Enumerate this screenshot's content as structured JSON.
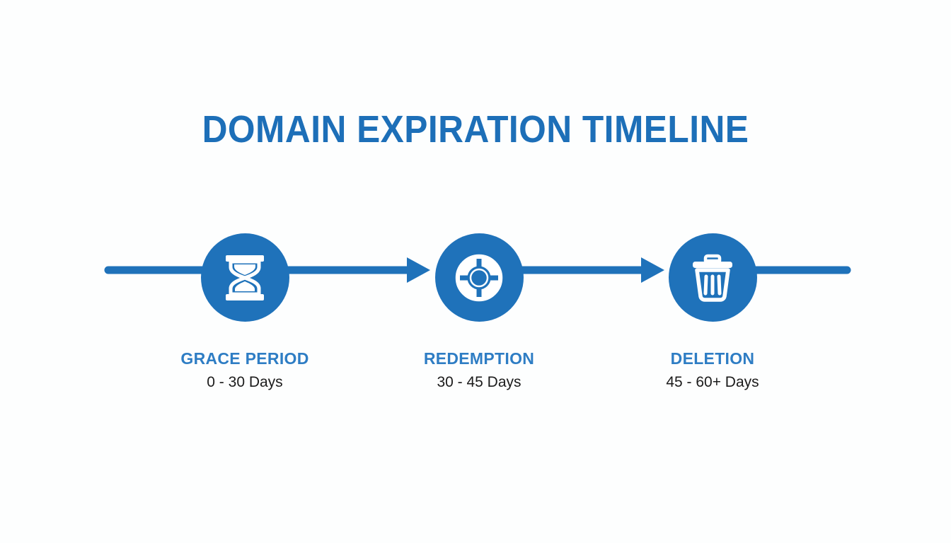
{
  "page": {
    "title": "DOMAIN EXPIRATION TIMELINE",
    "background_color": "#fdfefe",
    "accent_color": "#1f72ba",
    "title_color": "#1d6fb8",
    "label_color": "#2e7dc4",
    "sub_color": "#1b1b1b"
  },
  "timeline": {
    "orientation": "horizontal",
    "rail_color": "#1f72ba",
    "stages": [
      {
        "id": "grace-period",
        "icon": "hourglass-icon",
        "label": "GRACE PERIOD",
        "duration": "0 - 30 Days",
        "range_start_days": 0,
        "range_end_days": 30
      },
      {
        "id": "redemption",
        "icon": "lifebuoy-icon",
        "label": "REDEMPTION",
        "duration": "30 - 45 Days",
        "range_start_days": 30,
        "range_end_days": 45
      },
      {
        "id": "deletion",
        "icon": "trash-icon",
        "label": "DELETION",
        "duration": "45 - 60+ Days",
        "range_start_days": 45,
        "range_end_days": 60
      }
    ]
  }
}
